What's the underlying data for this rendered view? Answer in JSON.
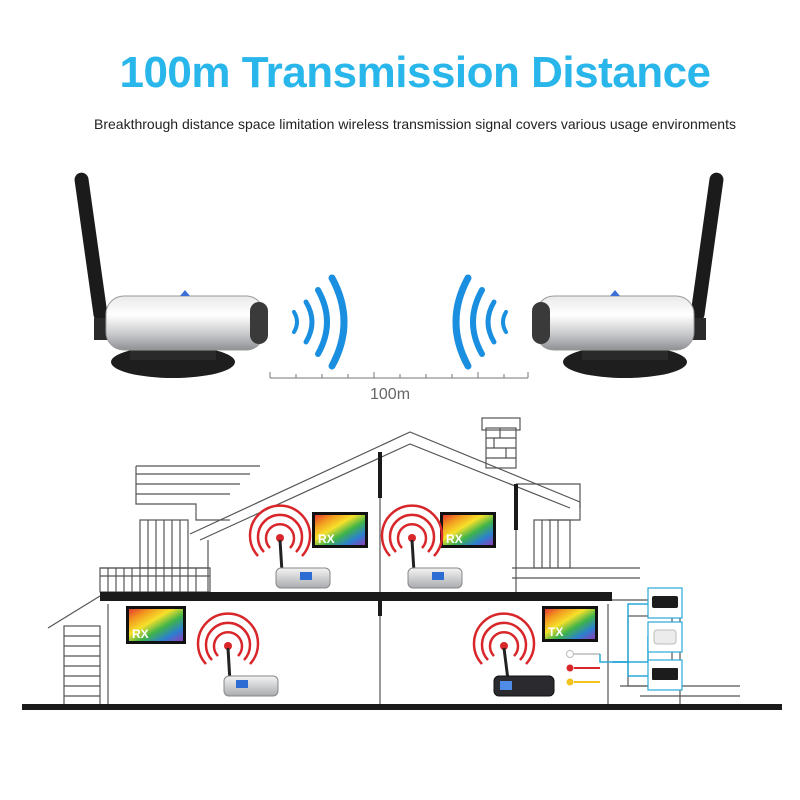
{
  "header": {
    "title": "100m Transmission Distance",
    "subtitle": "Breakthrough distance space limitation wireless transmission signal covers various usage environments"
  },
  "distance": {
    "label": "100m"
  },
  "screens": {
    "upper_left_badge": "RX",
    "upper_right_badge": "RX",
    "lower_left_badge": "RX",
    "lower_right_badge": "TX"
  },
  "colors": {
    "accent": "#29b6ea",
    "signal_blue": "#1a8fe0",
    "signal_red": "#d8262a",
    "line": "#555555"
  }
}
